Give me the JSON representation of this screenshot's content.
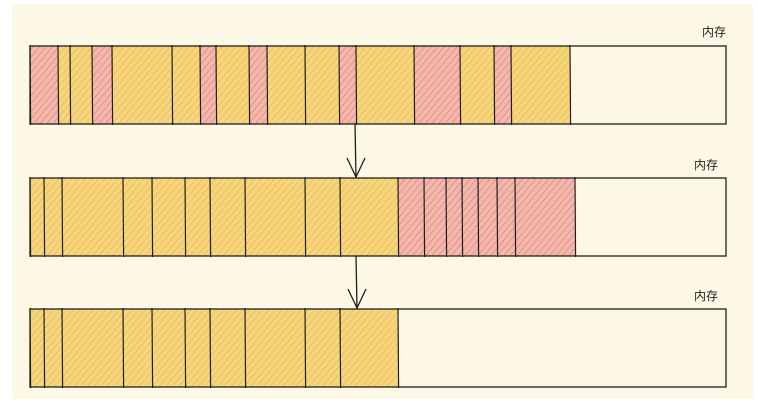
{
  "diagram": {
    "colors": {
      "paper": "#fdf8e6",
      "used": "#f6d57c",
      "used_hatch": "#e6b245",
      "freed": "#f3b7ac",
      "freed_hatch": "#d9736c",
      "stroke": "#1f1f1f"
    },
    "memory_bars": [
      {
        "label": "内存",
        "blocks": [
          "freed",
          "used",
          "used",
          "freed",
          "used",
          "used",
          "freed",
          "used",
          "freed",
          "used",
          "used",
          "freed",
          "used",
          "freed",
          "used",
          "freed",
          "used"
        ]
      },
      {
        "label": "内存",
        "blocks": [
          "used",
          "used",
          "used",
          "used",
          "used",
          "used",
          "used",
          "used",
          "used",
          "used",
          "freed",
          "freed",
          "freed",
          "freed",
          "freed",
          "freed",
          "freed"
        ]
      },
      {
        "label": "内存",
        "blocks": [
          "used",
          "used",
          "used",
          "used",
          "used",
          "used",
          "used",
          "used",
          "used",
          "used"
        ]
      }
    ],
    "transitions": [
      {
        "from": 0,
        "to": 1
      },
      {
        "from": 1,
        "to": 2
      }
    ]
  }
}
